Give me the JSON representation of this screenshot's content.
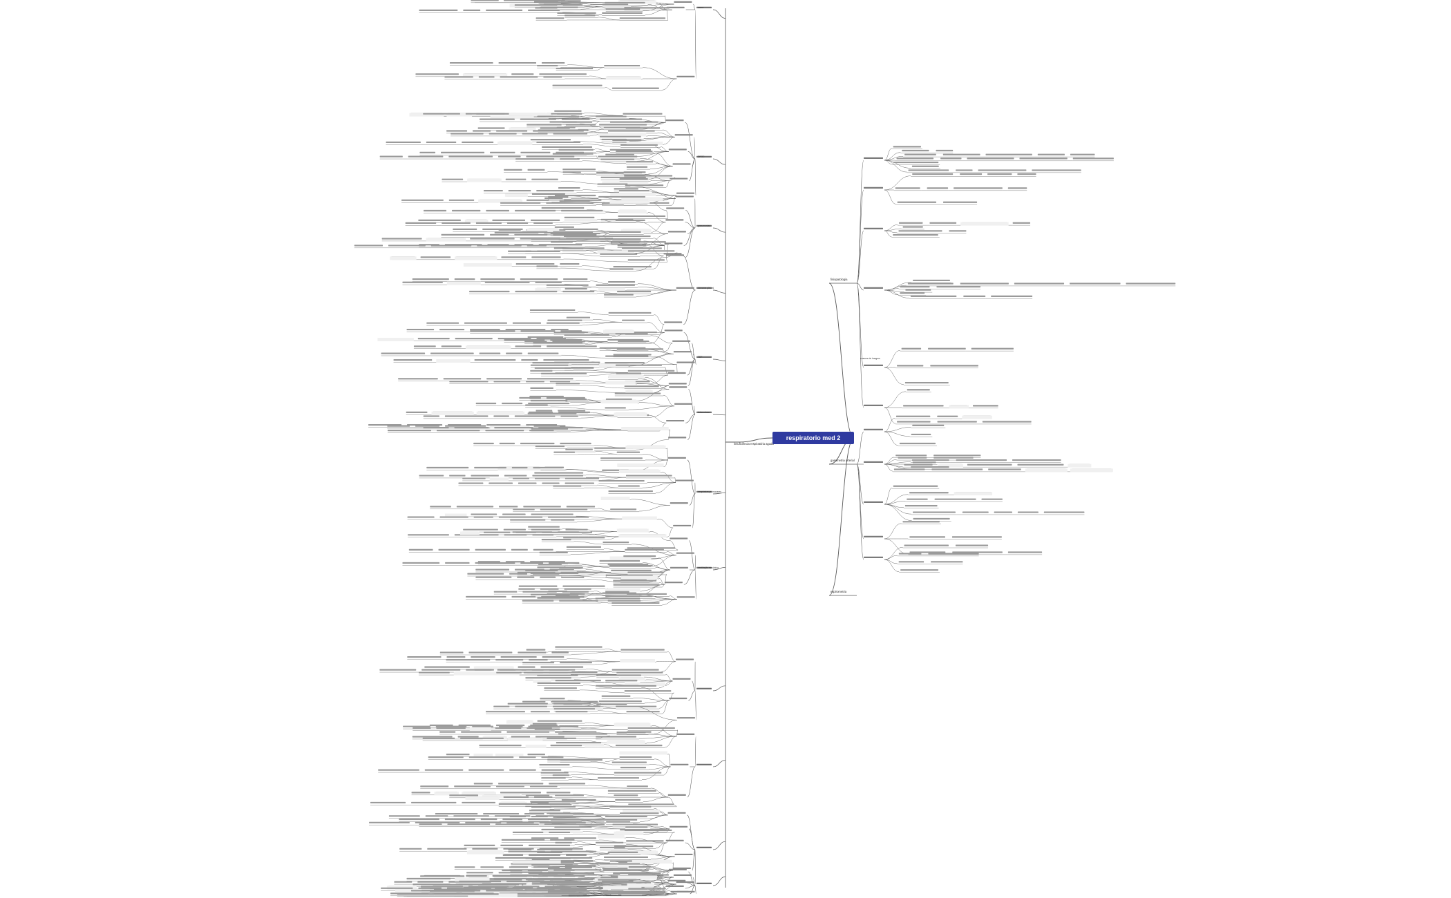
{
  "root": {
    "title": "respiratorio med 2"
  },
  "branches": {
    "left": [
      "insuficiência respiratória aguda",
      "asma",
      "DPOC",
      "pneumonias",
      "derrame pleural",
      "TEP",
      "tuberculose",
      "neoplasias pulmonares",
      "ventilação mecânica"
    ],
    "right": [
      "fisiopatologia",
      "gasometria arterial",
      "espirometria",
      "exames de imagem"
    ]
  },
  "colors": {
    "root_fill": "#2f3aa0",
    "root_text": "#ffffff",
    "connector": "#555555",
    "chip": "#f0f0f0",
    "text": "#3a3a3a"
  }
}
